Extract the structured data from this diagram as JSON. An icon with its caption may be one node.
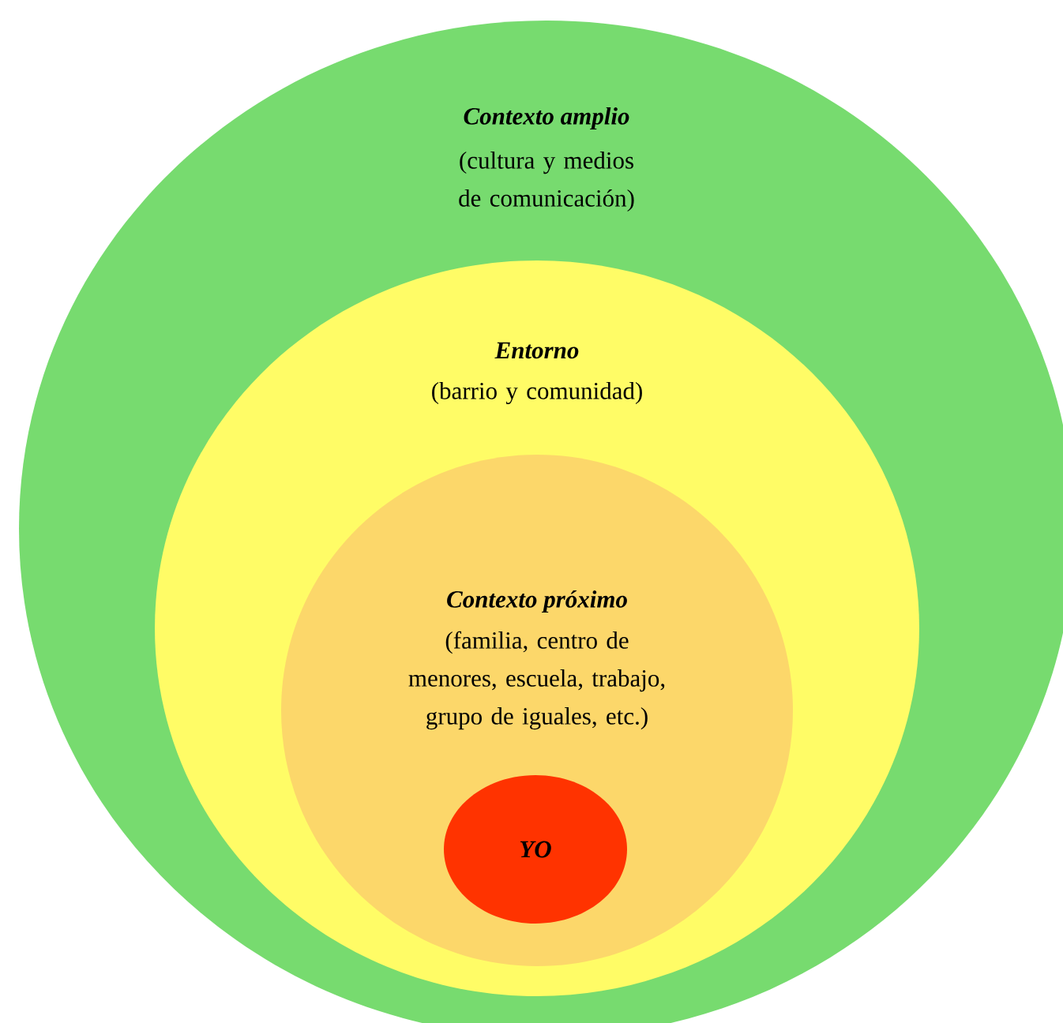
{
  "diagram": {
    "nodes": [
      {
        "text": [
          "Contexto amplio",
          "(cultura y medios de comunicación)"
        ]
      },
      {
        "text": [
          "Entorno",
          "(barrio y comunidad)"
        ],
        "in": 0
      },
      {
        "text": [
          "Contexto próximo",
          "(familia, centro de menores, escuela, trabajo, grupo de iguales, etc.)"
        ],
        "in": 1
      },
      {
        "text": [
          "YO"
        ],
        "in": 2
      }
    ]
  }
}
